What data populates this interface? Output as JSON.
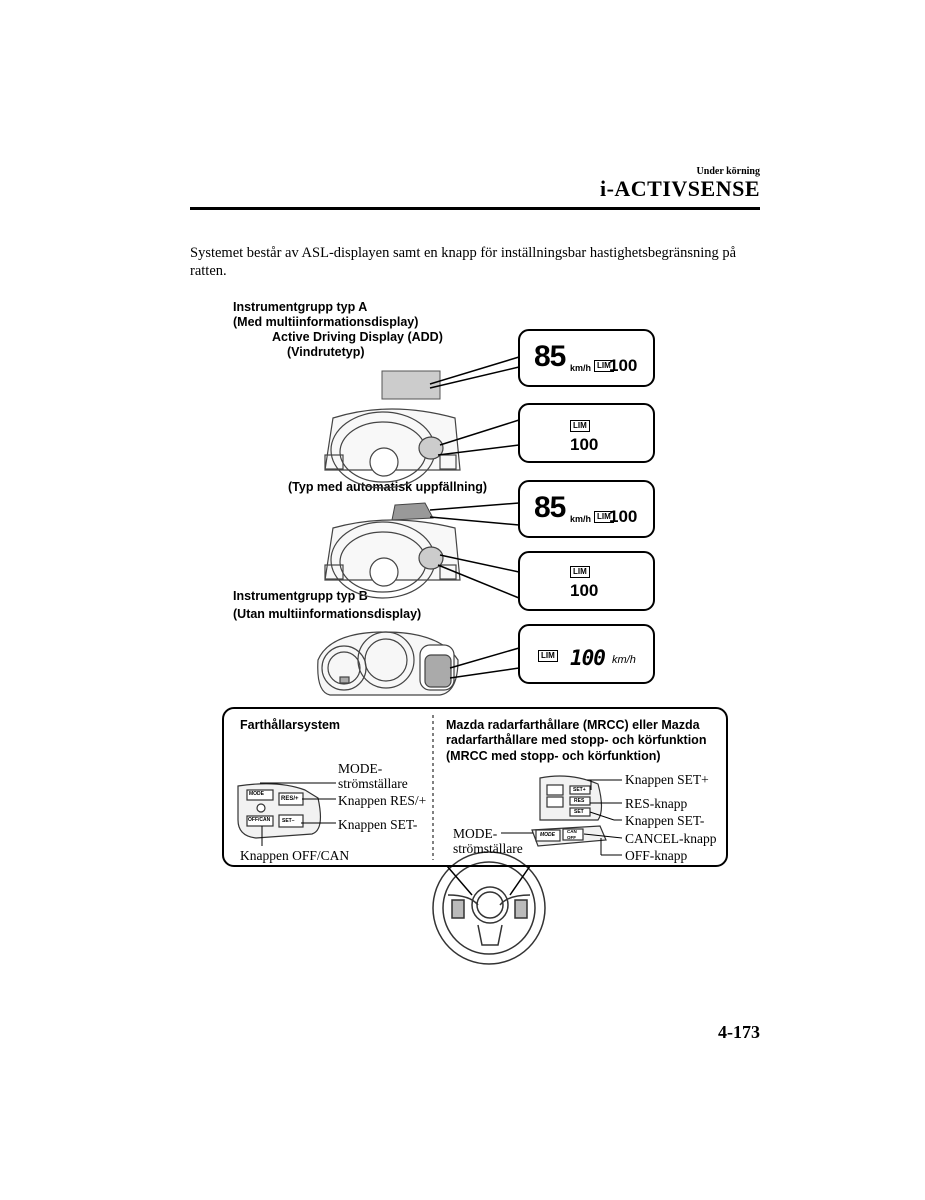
{
  "header": {
    "section": "Under körning",
    "title": "i-ACTIVSENSE"
  },
  "intro": "Systemet består av ASL-displayen samt en knapp för inställningsbar hastighetsbegränsning på ratten.",
  "figure": {
    "label_cluster_a": "Instrumentgrupp typ A",
    "label_with_multi": "(Med multiinformationsdisplay)",
    "label_add": "Active Driving Display (ADD)",
    "label_windshield": "(Vindrutetyp)",
    "label_popup": "(Typ med automatisk uppfällning)",
    "label_cluster_b": "Instrumentgrupp typ B",
    "label_without_multi": "(Utan multiinformationsdisplay)",
    "speed_value": "85",
    "speed_unit": "km/h",
    "lim_badge": "LIM",
    "limit_value": "100",
    "b_limit_value": "100",
    "b_unit": "km/h"
  },
  "panel_left": {
    "title": "Farthållarsystem",
    "mode_label_1": "MODE-",
    "mode_label_2": "strömställare",
    "res_label": "Knappen RES/+",
    "set_label": "Knappen SET-",
    "offcan_label": "Knappen OFF/CAN",
    "btn_mode": "MODE",
    "btn_res": "RES/+",
    "btn_offcan": "OFF/CAN",
    "btn_set": "SET−"
  },
  "panel_right": {
    "title_1": "Mazda radarfarthållare (MRCC) eller Mazda",
    "title_2": "radarfarthållare med stopp- och körfunktion",
    "title_3": "(MRCC med stopp- och körfunktion)",
    "set_plus_label": "Knappen SET+",
    "res_label": "RES-knapp",
    "set_minus_label": "Knappen SET-",
    "cancel_label": "CANCEL-knapp",
    "off_label": "OFF-knapp",
    "mode_label_1": "MODE-",
    "mode_label_2": "strömställare",
    "btn_mode": "MODE",
    "btn_set_plus": "SET+",
    "btn_res": "RES",
    "btn_set_minus": "SET",
    "btn_can": "CAN",
    "btn_off": "OFF"
  },
  "page_number": "4-173"
}
